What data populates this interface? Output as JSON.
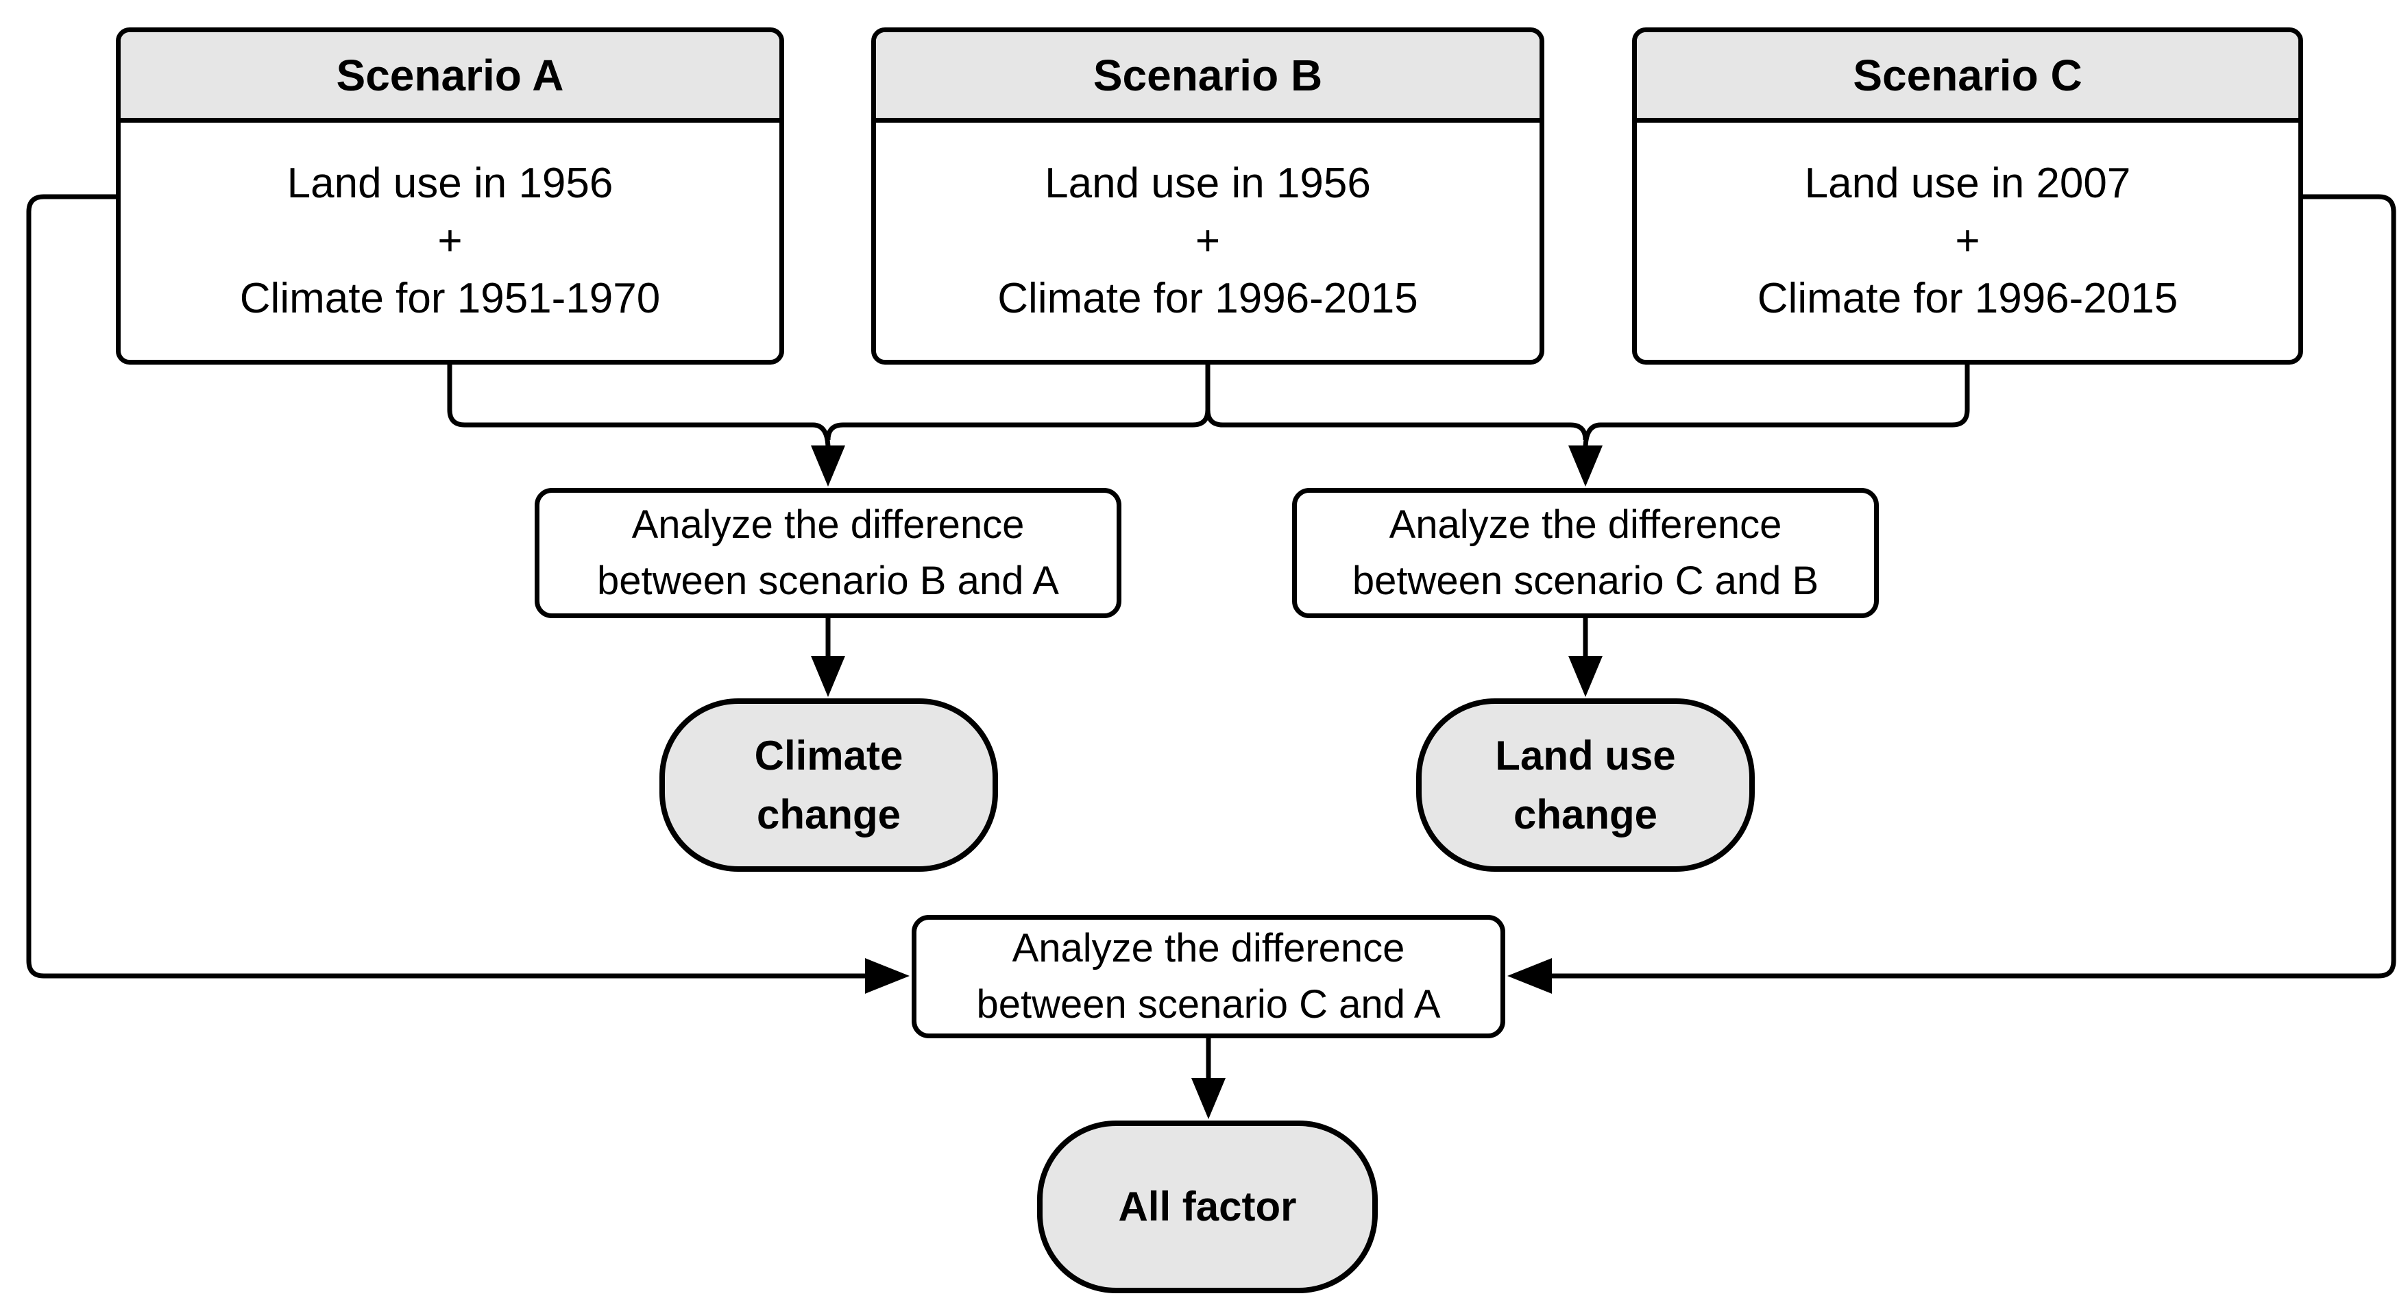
{
  "scenarios": [
    {
      "title": "Scenario A",
      "land_use": "Land use in 1956",
      "plus": "+",
      "climate": "Climate for 1951-1970"
    },
    {
      "title": "Scenario B",
      "land_use": "Land use in 1956",
      "plus": "+",
      "climate": "Climate for 1996-2015"
    },
    {
      "title": "Scenario C",
      "land_use": "Land use in 2007",
      "plus": "+",
      "climate": "Climate for 1996-2015"
    }
  ],
  "analyses": [
    {
      "line1": "Analyze the difference",
      "line2": "between scenario B and A"
    },
    {
      "line1": "Analyze the difference",
      "line2": "between scenario C and B"
    },
    {
      "line1": "Analyze the difference",
      "line2": "between scenario C and A"
    }
  ],
  "results": [
    {
      "line1": "Climate",
      "line2": "change"
    },
    {
      "line1": "Land use",
      "line2": "change"
    },
    {
      "line1": "All factor",
      "line2": ""
    }
  ],
  "colors": {
    "header_fill": "#e6e6e6",
    "pill_fill": "#e6e6e6",
    "node_fill": "#ffffff",
    "line_color": "#000000"
  }
}
